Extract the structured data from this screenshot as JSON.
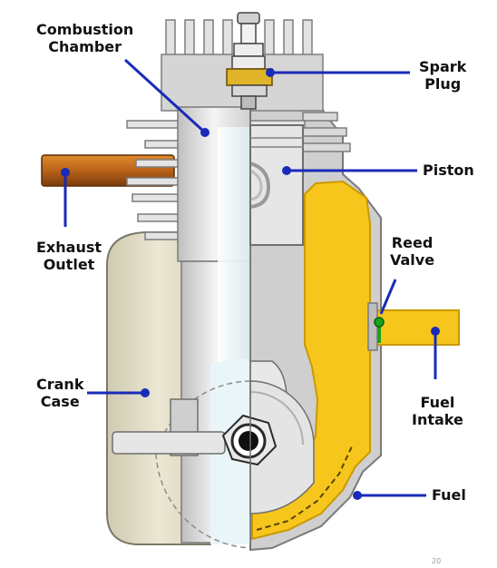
{
  "labels": {
    "combustion_chamber": "Combustion\nChamber",
    "spark_plug": "Spark\nPlug",
    "piston": "Piston",
    "exhaust_outlet": "Exhaust\nOutlet",
    "reed_valve": "Reed\nValve",
    "crank_case": "Crank\nCase",
    "fuel_intake": "Fuel\nIntake",
    "fuel": "Fuel"
  },
  "page_number": "20",
  "colors": {
    "leader": "#1a2bb8",
    "fuel": "#f7c61c",
    "fuel_edge": "#c99a00",
    "exhaust": "#c8731b",
    "metal": "#d7d7d7",
    "metal_dark": "#8c8c8c",
    "cutaway_light": "#e6f3f6",
    "crankcase_tint": "#ddd9c3",
    "reed_valve": "#19a41a"
  }
}
